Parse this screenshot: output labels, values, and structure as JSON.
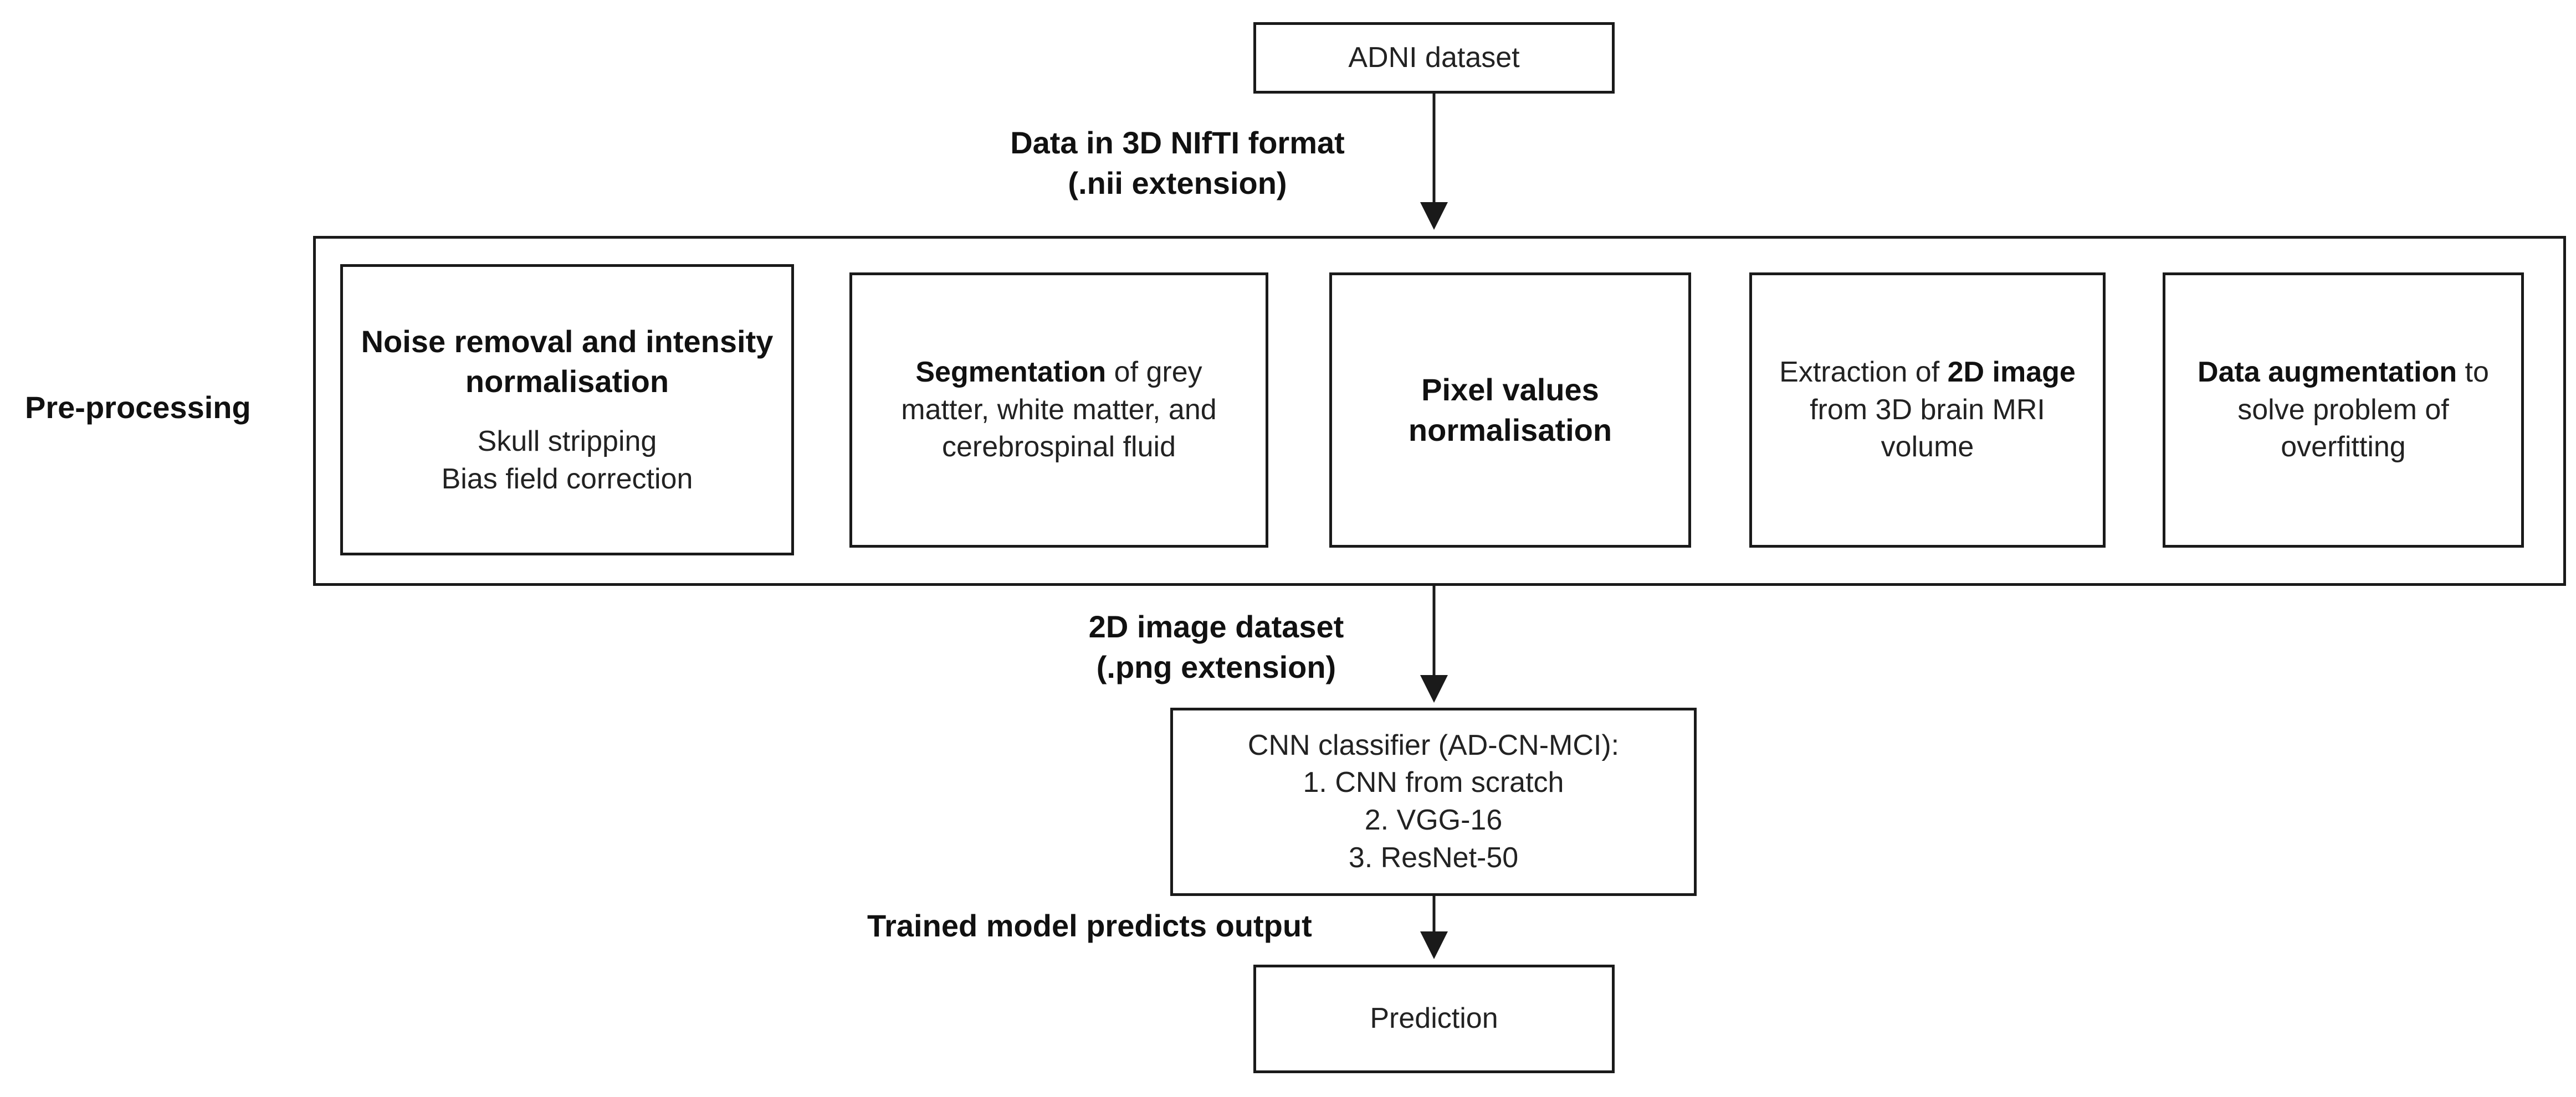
{
  "nodes": {
    "adni": "ADNI dataset",
    "step1": {
      "title": "Noise removal and intensity normalisation",
      "line1": "Skull stripping",
      "line2": "Bias field correction"
    },
    "step2": {
      "bold": "Segmentation",
      "rest": " of grey matter, white matter, and cerebrospinal fluid"
    },
    "step3": {
      "title": "Pixel values normalisation"
    },
    "step4": {
      "pre": "Extraction of ",
      "bold": "2D image",
      "post": " from 3D brain MRI volume"
    },
    "step5": {
      "bold": "Data augmentation",
      "rest": " to solve problem of overfitting"
    },
    "cnn": {
      "title": "CNN classifier (AD-CN-MCI):",
      "item1": "1. CNN from scratch",
      "item2": "2. VGG-16",
      "item3": "3. ResNet-50"
    },
    "prediction": "Prediction"
  },
  "edges": {
    "e1": {
      "line1": "Data in 3D NIfTI format",
      "line2": "(.nii extension)"
    },
    "e2": {
      "line1": "2D image dataset",
      "line2": "(.png extension)"
    },
    "e3": "Trained model predicts output"
  },
  "group_label": "Pre-processing"
}
